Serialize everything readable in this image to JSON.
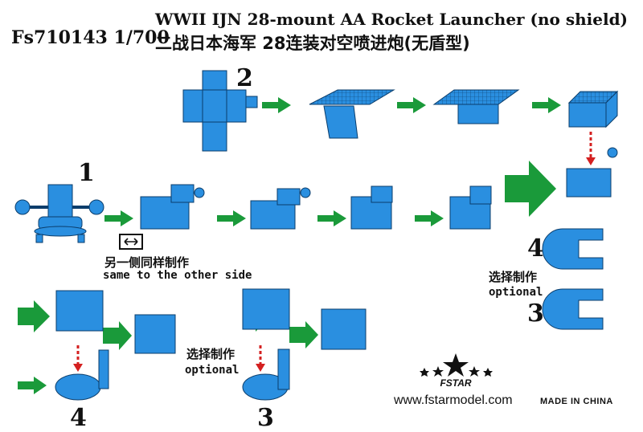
{
  "header": {
    "product_code": "Fs710143 1/700",
    "title_en": "WWII IJN 28-mount AA Rocket Launcher (no shield)",
    "title_cn": "二战日本海军 28连装对空喷进炮(无盾型)"
  },
  "steps": {
    "step1_number": "1",
    "step2_number": "2",
    "step3_number_bottom": "3",
    "step4_number_bottom": "4",
    "step3_number_right": "3",
    "step4_number_right": "4"
  },
  "notes": {
    "same_side_cn": "另一侧同样制作",
    "same_side_en": "same to the other side",
    "optional_cn_1": "选择制作",
    "optional_en_1": "optional",
    "optional_cn_2": "选择制作",
    "optional_en_2": "optional"
  },
  "footer": {
    "brand": "FSTAR",
    "url": "www.fstarmodel.com",
    "made_in": "MADE IN CHINA"
  },
  "colors": {
    "part_blue": "#2a8fe0",
    "part_stroke": "#0b3d6b",
    "arrow_green": "#1a9a3a",
    "arrow_red": "#d42020"
  }
}
